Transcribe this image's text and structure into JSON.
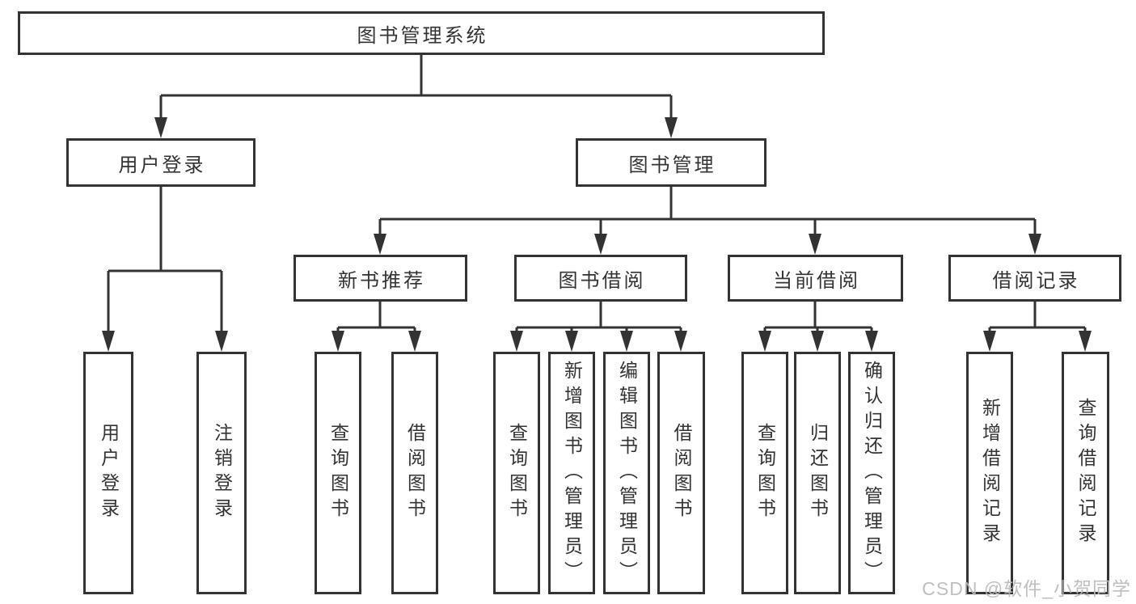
{
  "title": {
    "label": "图书管理系统"
  },
  "level2": [
    {
      "label": "用户登录"
    },
    {
      "label": "图书管理"
    }
  ],
  "level3": [
    {
      "label": "新书推荐"
    },
    {
      "label": "图书借阅"
    },
    {
      "label": "当前借阅"
    },
    {
      "label": "借阅记录"
    }
  ],
  "leaves": {
    "login": [
      "用户登录",
      "注销登录"
    ],
    "recommend": [
      "查询图书",
      "借阅图书"
    ],
    "borrow": [
      "查询图书",
      "新增图书（管理员）",
      "编辑图书（管理员）",
      "借阅图书"
    ],
    "current": [
      "查询图书",
      "归还图书",
      "确认归还（管理员）"
    ],
    "records": [
      "新增借阅记录",
      "查询借阅记录"
    ]
  },
  "watermark": {
    "text": "CSDN @软件_小贺同学"
  },
  "colors": {
    "line": "#333333",
    "text": "#333333",
    "box_background": "#ffffff",
    "page_background": "#ffffff",
    "watermark": "#bababa"
  }
}
